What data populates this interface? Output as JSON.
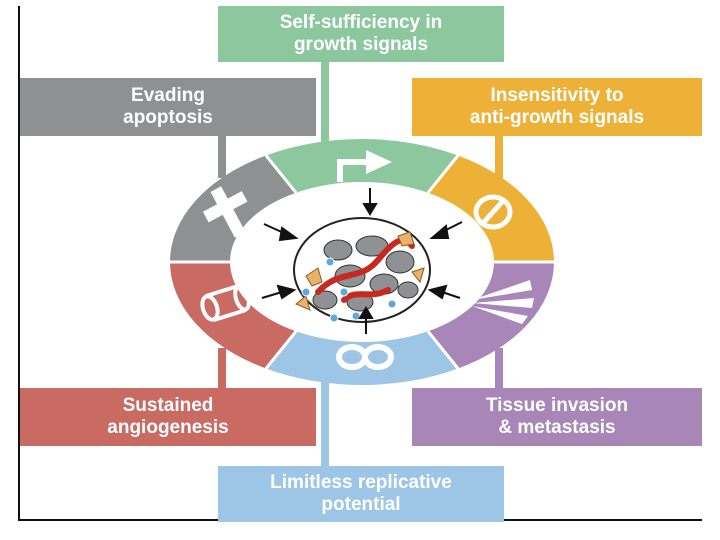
{
  "colors": {
    "green": "#8cc79d",
    "gray": "#8e9092",
    "orange": "#eeb138",
    "red": "#c96a63",
    "purple": "#a886b8",
    "blue": "#9dc5e5",
    "center": "#ffffff"
  },
  "labels": {
    "top": [
      "Self-sufficiency in",
      "growth signals"
    ],
    "tl": [
      "Evading",
      "apoptosis"
    ],
    "tr": [
      "Insensitivity to",
      "anti-growth signals"
    ],
    "bl": [
      "Sustained",
      "angiogenesis"
    ],
    "br": [
      "Tissue invasion",
      "& metastasis"
    ],
    "bottom": [
      "Limitless replicative",
      "potential"
    ]
  },
  "icons": {
    "top": "right-turn-arrow-icon",
    "tl": "cross-icon",
    "tr": "no-entry-icon",
    "bl": "blood-vessel-icon",
    "br": "fan-lines-icon",
    "bottom": "infinity-icon",
    "center": "tumor-cells-icon"
  }
}
